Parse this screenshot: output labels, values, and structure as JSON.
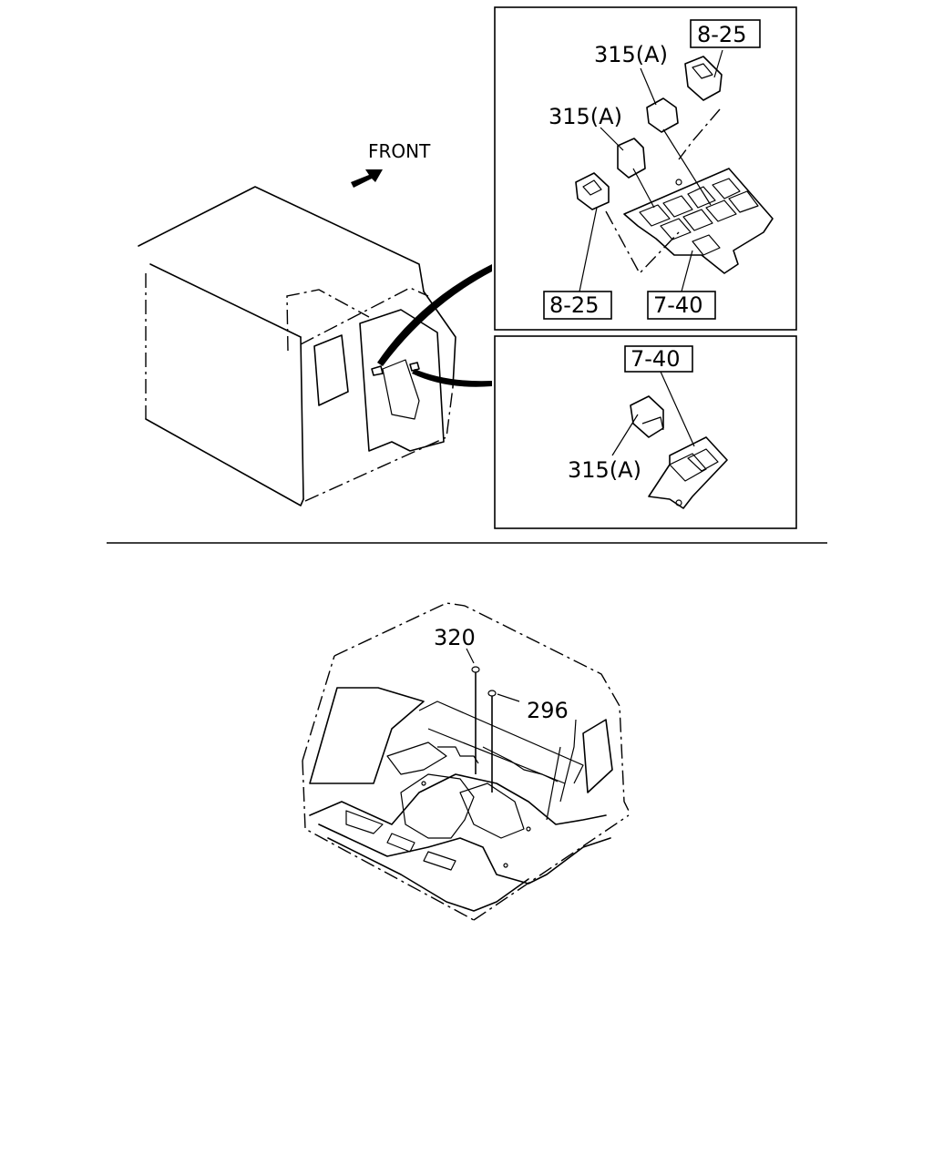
{
  "direction_label": "FRONT",
  "callouts": {
    "ref_8_25_top": "8-25",
    "ref_315a_upper": "315(A)",
    "ref_315a_middle": "315(A)",
    "ref_8_25_bottom": "8-25",
    "ref_7_40_top_panel": "7-40",
    "ref_7_40_bottom_panel": "7-40",
    "ref_315a_lower": "315(A)",
    "part_320": "320",
    "part_296": "296"
  }
}
